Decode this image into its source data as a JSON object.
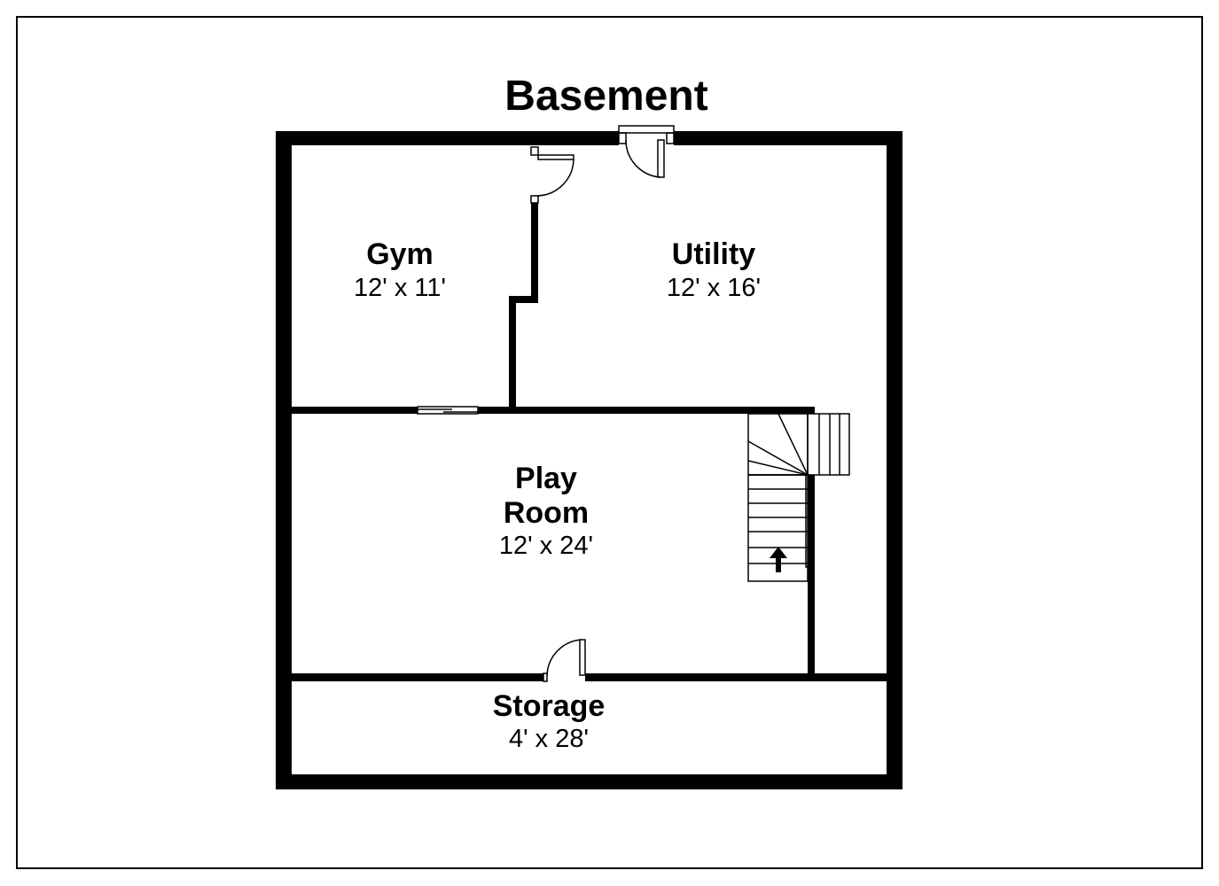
{
  "plan": {
    "title": "Basement",
    "rooms": [
      {
        "name": "Gym",
        "dimensions": "12' x 11'"
      },
      {
        "name": "Utility",
        "dimensions": "12' x 16'"
      },
      {
        "name_line1": "Play",
        "name_line2": "Room",
        "dimensions": "12' x 24'"
      },
      {
        "name": "Storage",
        "dimensions": "4' x 28'"
      }
    ]
  },
  "colors": {
    "wall": "#000000",
    "background": "#ffffff"
  },
  "icons": {
    "stair_direction": "arrow-up-icon"
  }
}
